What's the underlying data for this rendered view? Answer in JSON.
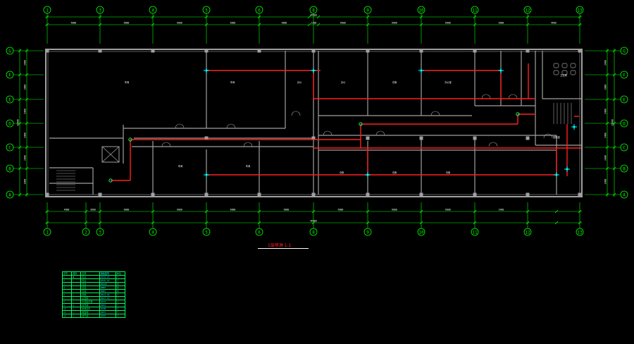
{
  "drawing": {
    "title": "1层喷淋 1:1",
    "background": "#000000",
    "colors": {
      "grid": "#00ff00",
      "wall": "#a0a0a0",
      "pipe": "#ff2020",
      "head": "#00ffff",
      "text": "#ffffff"
    }
  },
  "axis_labels": {
    "columns_top": [
      "1",
      "3",
      "4",
      "5",
      "6",
      "8",
      "9",
      "10",
      "11",
      "12",
      "13"
    ],
    "columns_bottom": [
      "1",
      "2",
      "3",
      "4",
      "5",
      "6",
      "8",
      "9",
      "10",
      "11",
      "12",
      "13"
    ],
    "rows": [
      "G",
      "F",
      "E",
      "D",
      "C",
      "B",
      "A"
    ]
  },
  "dimensions": {
    "top_overall": "46900",
    "top_segments": [
      "6000",
      "6000",
      "6000",
      "6000",
      "6000",
      "1200",
      "6000",
      "6000",
      "6000",
      "6000",
      "4600"
    ],
    "bottom_overall": "46900",
    "bottom_segments": [
      "4600",
      "3600",
      "6000",
      "6000",
      "6000",
      "6000",
      "6000",
      "6000",
      "6000",
      "2400"
    ],
    "left_segments": [
      "2400",
      "3000",
      "2400",
      "2400",
      "2400",
      "2400"
    ],
    "right_segments": [
      "2400",
      "3000",
      "2400",
      "2400",
      "2400",
      "2400"
    ],
    "left_overall": "15000",
    "right_overall": "15000"
  },
  "rooms": [
    "车间",
    "车间",
    "办公",
    "办公",
    "仓库",
    "办公室",
    "车间",
    "车间",
    "仓库",
    "仓库",
    "仓库",
    "配电室",
    "卫生间"
  ],
  "legend": {
    "headers": [
      "序号",
      "图例",
      "名称",
      "规格型号",
      "单位"
    ],
    "rows": [
      [
        "1",
        "●",
        "喷头",
        "ZSTX-15",
        "个"
      ],
      [
        "2",
        "○",
        "喷头",
        "ZSTX-15",
        "个"
      ],
      [
        "3",
        "—",
        "管道",
        "DN100",
        "米"
      ],
      [
        "4",
        "—",
        "管道",
        "DN80",
        "米"
      ],
      [
        "5",
        "—",
        "管道",
        "DN65",
        "米"
      ],
      [
        "6",
        "◇",
        "闸阀",
        "Z41T-16",
        "个"
      ],
      [
        "7",
        "▷",
        "止回阀",
        "H44T-16",
        "个"
      ],
      [
        "8",
        "⊥",
        "水流指示器",
        "ZSJZ",
        "个"
      ],
      [
        "9",
        "⊗",
        "信号阀",
        "ZSFZ",
        "个"
      ],
      [
        "10",
        "□",
        "末端试水",
        "ZSTM",
        "个"
      ],
      [
        "11",
        "△",
        "报警阀",
        "ZSFS",
        "个"
      ],
      [
        "12",
        "∩",
        "排气阀",
        "ZSFP",
        "个"
      ]
    ]
  }
}
